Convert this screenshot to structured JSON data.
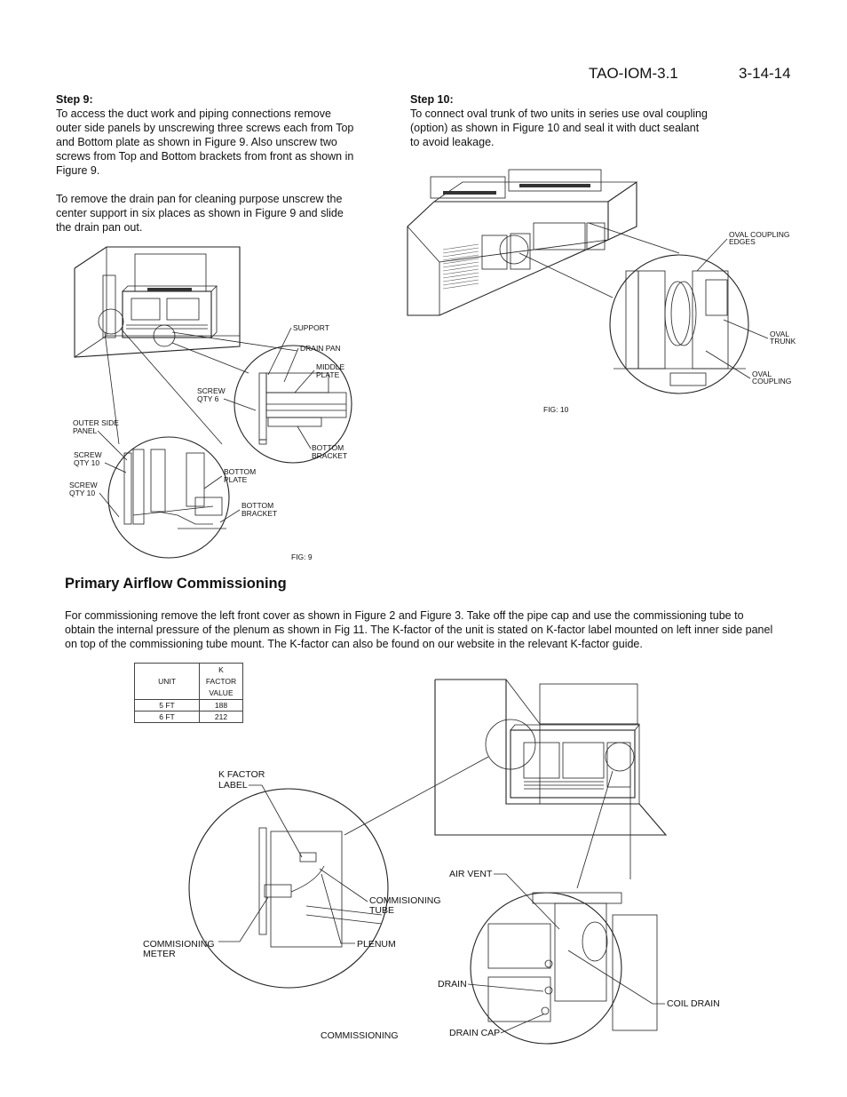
{
  "header": {
    "doc_id": "TAO-IOM-3.1",
    "date": "3-14-14"
  },
  "step9": {
    "title": "Step 9:",
    "para1": "To access the duct work and piping connections remove outer side panels by unscrewing three screws each from Top and Bottom plate as shown in Figure 9. Also unscrew two screws from Top and Bottom brackets from front as shown in Figure 9.",
    "para2": "To remove the drain pan for cleaning purpose unscrew the center support in six places as shown in Figure 9 and slide the drain pan out."
  },
  "step10": {
    "title": "Step 10:",
    "para1": "To connect oval trunk of two units in series use oval coupling (option) as shown in Figure 10 and seal it with duct sealant to avoid leakage."
  },
  "fig9": {
    "caption": "FIG: 9",
    "labels": {
      "support": "SUPPORT",
      "drain_pan": "DRAIN PAN",
      "middle": "MIDDLE",
      "plate": "PLATE",
      "screw": "SCREW",
      "qty6": "QTY 6",
      "outer_side": "OUTER SIDE",
      "panel": "PANEL",
      "screw_a": "SCREW",
      "qty10_a": "QTY 10",
      "screw_b": "SCREW",
      "qty10_b": "QTY 10",
      "bottom_a": "BOTTOM",
      "bracket_a": "BRACKET",
      "bottom_b": "BOTTOM",
      "plate_b": "PLATE",
      "bottom_c": "BOTTOM",
      "bracket_c": "BRACKET"
    }
  },
  "fig10": {
    "caption": "FIG: 10",
    "labels": {
      "oval_coupling_edges_1": "OVAL COUPLING",
      "oval_coupling_edges_2": "EDGES",
      "oval_1": "OVAL",
      "trunk": "TRUNK",
      "oval_2": "OVAL",
      "coupling": "COUPLING"
    }
  },
  "section": {
    "title": "Primary Airflow Commissioning",
    "paragraph": "For commissioning remove the left front cover as shown in Figure 2 and Figure 3. Take off the pipe cap and use the commissioning tube to obtain the internal pressure of the plenum as shown in Fig 11. The K-factor of the unit is stated on K-factor label mounted on left inner side panel on top of the commissioning tube mount. The K-factor can also be found on our website in the relevant K-factor guide."
  },
  "kfactor_table": {
    "col_unit": "UNIT",
    "col_k1": "K FACTOR",
    "col_k2": "VALUE",
    "rows": [
      {
        "unit": "5 FT",
        "value": "188"
      },
      {
        "unit": "6 FT",
        "value": "212"
      }
    ]
  },
  "fig11": {
    "caption": "COMMISSIONING",
    "labels": {
      "k_factor": "K FACTOR",
      "label": "LABEL",
      "commissioning_tube_1": "COMMISIONING",
      "commissioning_tube_2": "TUBE",
      "plenum": "PLENUM",
      "meter_1": "COMMISIONING",
      "meter_2": "METER",
      "air_vent": "AIR VENT",
      "drain": "DRAIN",
      "coil_drain": "COIL DRAIN",
      "drain_cap": "DRAIN CAP"
    }
  }
}
